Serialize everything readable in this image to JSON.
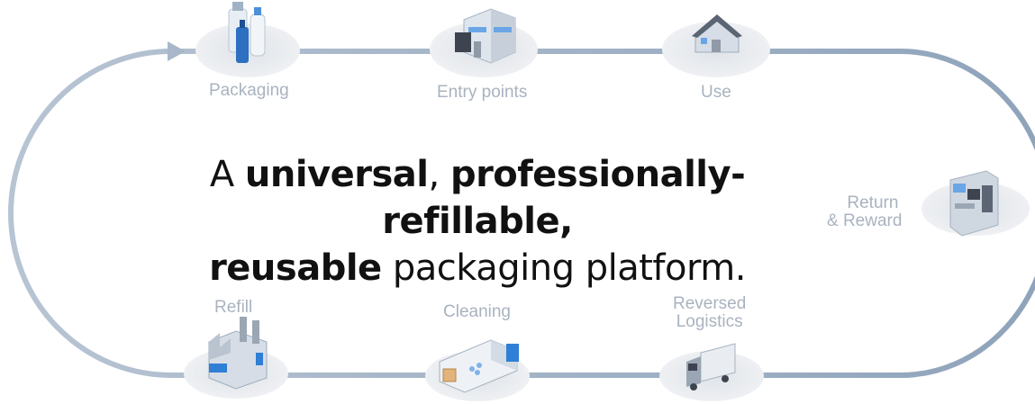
{
  "headline": {
    "part1": "A ",
    "part2": "universal",
    "part3": ", ",
    "part4": "professionally-refillable,",
    "part5": "reusable",
    "part6": " packaging platform."
  },
  "stages": [
    {
      "id": "packaging",
      "lines": [
        "Packaging"
      ],
      "icon": "bottles-icon"
    },
    {
      "id": "entry",
      "lines": [
        "Entry points"
      ],
      "icon": "store-building-icon"
    },
    {
      "id": "use",
      "lines": [
        "Use"
      ],
      "icon": "house-icon"
    },
    {
      "id": "return",
      "lines": [
        "Return",
        "& Reward"
      ],
      "icon": "return-kiosk-icon"
    },
    {
      "id": "reversed",
      "lines": [
        "Reversed",
        "Logistics"
      ],
      "icon": "delivery-truck-icon"
    },
    {
      "id": "cleaning",
      "lines": [
        "Cleaning"
      ],
      "icon": "cleaning-machine-icon"
    },
    {
      "id": "refill",
      "lines": [
        "Refill"
      ],
      "icon": "factory-icon"
    }
  ],
  "colors": {
    "loop": "#9fb0c4",
    "label": "#a9b3bf",
    "platform": "#e4e7eb",
    "accent_blue": "#2f7fd6",
    "headline": "#111111"
  }
}
